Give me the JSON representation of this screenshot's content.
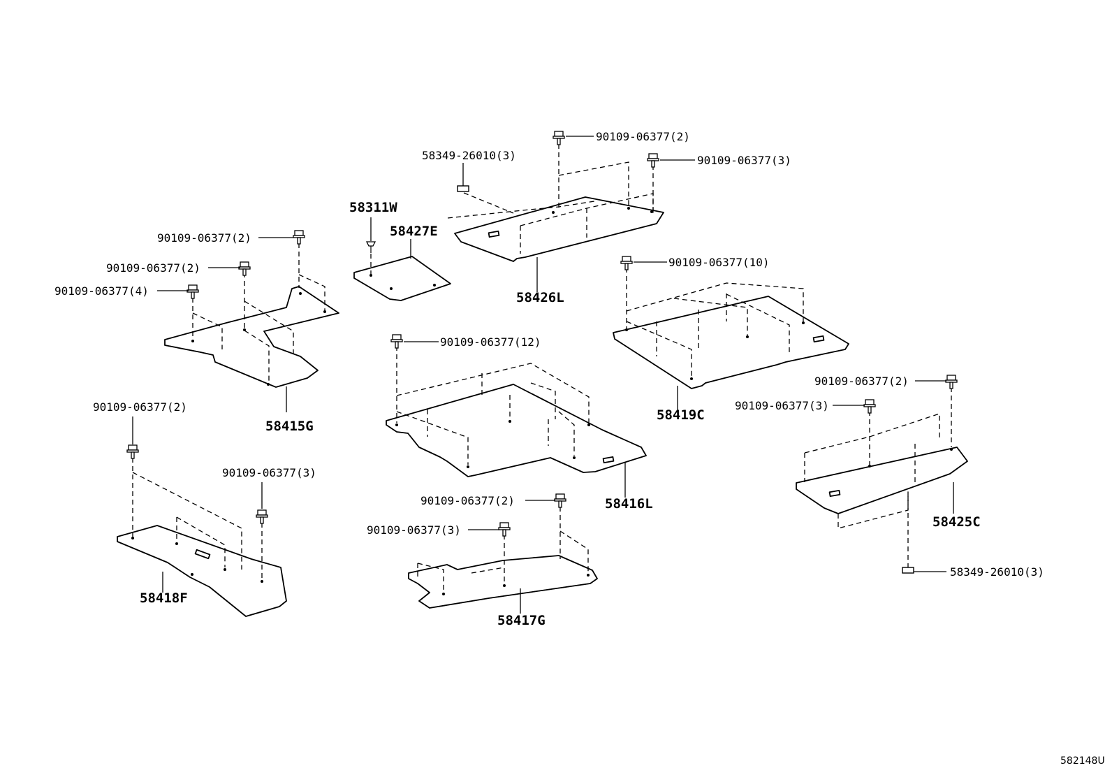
{
  "diagram_id": "582148U",
  "parts": {
    "p58311W": "58311W",
    "p58427E": "58427E",
    "p58426L": "58426L",
    "p58415G": "58415G",
    "p58419C": "58419C",
    "p58416L": "58416L",
    "p58425C": "58425C",
    "p58418F": "58418F",
    "p58417G": "58417G"
  },
  "fasteners": {
    "f_top_1": "90109-06377(2)",
    "f_top_2": "90109-06377(3)",
    "f_top_clip": "58349-26010(3)",
    "f_left_1": "90109-06377(2)",
    "f_left_2": "90109-06377(2)",
    "f_left_3": "90109-06377(4)",
    "f_mid_right": "90109-06377(10)",
    "f_center": "90109-06377(12)",
    "f_right_1": "90109-06377(2)",
    "f_right_2": "90109-06377(3)",
    "f_right_clip": "58349-26010(3)",
    "f_lowleft_1": "90109-06377(2)",
    "f_lowleft_2": "90109-06377(3)",
    "f_lowmid_1": "90109-06377(2)",
    "f_lowmid_2": "90109-06377(3)"
  }
}
